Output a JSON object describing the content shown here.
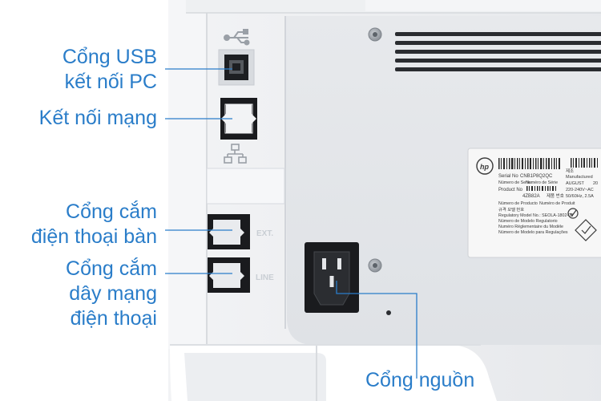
{
  "callouts": {
    "usb": {
      "line1": "Cổng USB",
      "line2": "kết nối PC"
    },
    "network": {
      "line1": "Kết nối mạng"
    },
    "phone_ext": {
      "line1": "Cổng cắm",
      "line2": "điện thoại bàn"
    },
    "phone_line": {
      "line1": "Cổng cắm",
      "line2": "dây mạng",
      "line3": "điện thoại"
    },
    "power": {
      "line1": "Cổng nguồn"
    }
  },
  "port_labels": {
    "ext": "EXT.",
    "line": "LINE"
  },
  "sticker": {
    "brand": "hp",
    "serial_label": "Serial No",
    "serial_value": "CNB1P8Q2QC",
    "serial_local": "제조",
    "manufactured_label": "Manufactured",
    "numero_serie": "Número de Serie",
    "numero_serie_fr": "Numéro de Série",
    "month": "AUGUST",
    "year_partial": "20",
    "product_label": "Product No",
    "product_value": "4ZB82A",
    "product_local": "제품 번호",
    "voltage": "220-240V~AC",
    "freq": "50/60Hz, 2.5A",
    "numero_producto": "Número de Producto",
    "numero_produit": "Numéro de Produit",
    "local_model": "규격 모델 번호",
    "regulatory": "Regulatory Model No.: SEOLA-1802-02",
    "reg_es": "Número de Modelo Regulatorio",
    "reg_fr": "Numéro Réglementaire du Modèle",
    "reg_pt": "Número de Modelo para Regulações"
  },
  "colors": {
    "callout": "#2a7dc9",
    "panel": "#e3e6ea",
    "housing": "#f3f4f6",
    "port": "#222222"
  },
  "icons": [
    "usb-icon",
    "network-icon",
    "screw-icon",
    "cert-mark-icon"
  ]
}
